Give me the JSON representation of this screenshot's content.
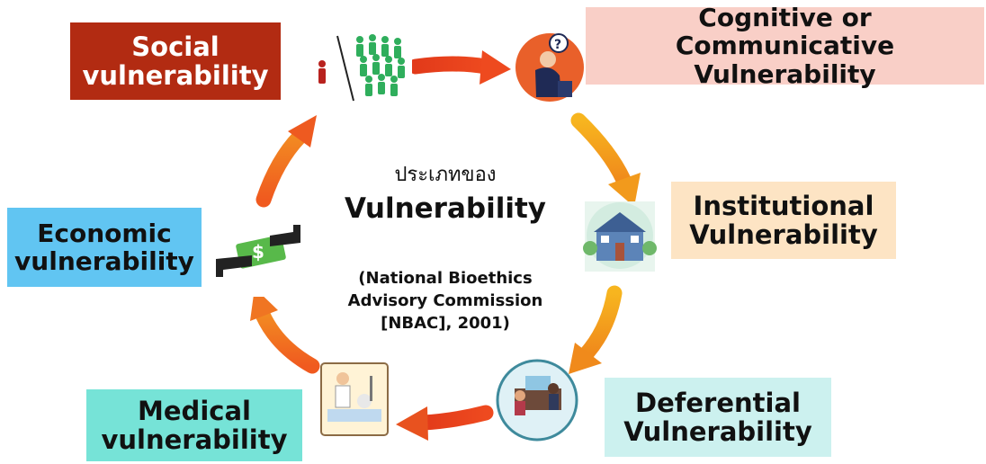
{
  "center": {
    "thai_title": "ประเภทของ",
    "title": "Vulnerability",
    "citation_line1": "(National Bioethics",
    "citation_line2": "Advisory Commission",
    "citation_line3": "[NBAC], 2001)"
  },
  "boxes": {
    "social": {
      "line1": "Social",
      "line2": "vulnerability",
      "color": "#b22b12"
    },
    "cognitive": {
      "line1": "Cognitive or Communicative",
      "line2": "Vulnerability",
      "color": "#f9cfc7"
    },
    "institutional": {
      "line1": "Institutional",
      "line2": "Vulnerability",
      "color": "#fde4c4"
    },
    "deferential": {
      "line1": "Deferential",
      "line2": "Vulnerability",
      "color": "#ccf1ef"
    },
    "medical": {
      "line1": "Medical",
      "line2": "vulnerability",
      "color": "#76e3d7"
    },
    "economic": {
      "line1": "Economic",
      "line2": "vulnerability",
      "color": "#61c5f2"
    }
  },
  "icons": {
    "social": "crowd-vs-individual-icon",
    "cognitive": "confused-thinker-icon",
    "institutional": "school-building-icon",
    "deferential": "office-meeting-icon",
    "medical": "hospital-patient-icon",
    "economic": "money-handover-icon"
  },
  "arrow_colors": [
    "#e8421c",
    "#f39a1a",
    "#f5a31c",
    "#ef7a1c",
    "#e85a1f",
    "#e84f1e"
  ]
}
